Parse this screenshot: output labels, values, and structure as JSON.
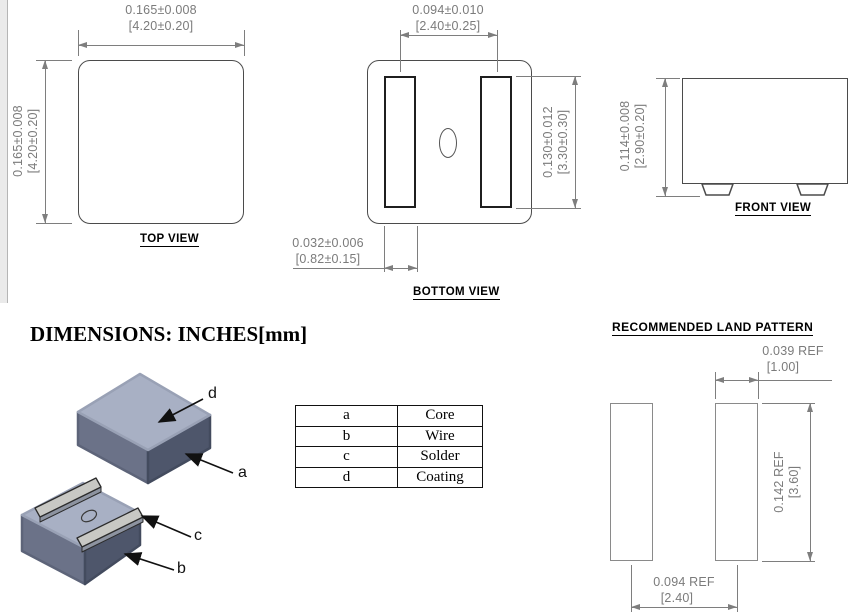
{
  "units_label": "DIMENSIONS: INCHES[mm]",
  "views": {
    "top": {
      "label": "TOP VIEW",
      "width_in": "0.165±0.008",
      "width_mm": "[4.20±0.20]",
      "height_in": "0.165±0.008",
      "height_mm": "[4.20±0.20]"
    },
    "bottom": {
      "label": "BOTTOM VIEW",
      "pitch_in": "0.094±0.010",
      "pitch_mm": "[2.40±0.25]",
      "pad_len_in": "0.130±0.012",
      "pad_len_mm": "[3.30±0.30]",
      "pad_w_in": "0.032±0.006",
      "pad_w_mm": "[0.82±0.15]"
    },
    "front": {
      "label": "FRONT VIEW",
      "height_in": "0.114±0.008",
      "height_mm": "[2.90±0.20]"
    }
  },
  "legend": {
    "rows": [
      {
        "key": "a",
        "value": "Core"
      },
      {
        "key": "b",
        "value": "Wire"
      },
      {
        "key": "c",
        "value": "Solder"
      },
      {
        "key": "d",
        "value": "Coating"
      }
    ]
  },
  "land_pattern": {
    "title": "RECOMMENDED LAND PATTERN",
    "pad_w_in": "0.039  REF",
    "pad_w_mm": "[1.00]",
    "pad_h_in": "0.142  REF",
    "pad_h_mm": "[3.60]",
    "pitch_in": "0.094  REF",
    "pitch_mm": "[2.40]"
  },
  "iso": {
    "label_a": "a",
    "label_b": "b",
    "label_c": "c",
    "label_d": "d"
  },
  "colors": {
    "dim_text": "#7b7b7b",
    "dim_line": "#7e7e7e",
    "outline": "#4b4b4b",
    "iso_top_face": "#a8b0c4",
    "iso_left_face": "#6b7288",
    "iso_right_face": "#4e566b",
    "solder_pad": "#c8c8c4"
  }
}
